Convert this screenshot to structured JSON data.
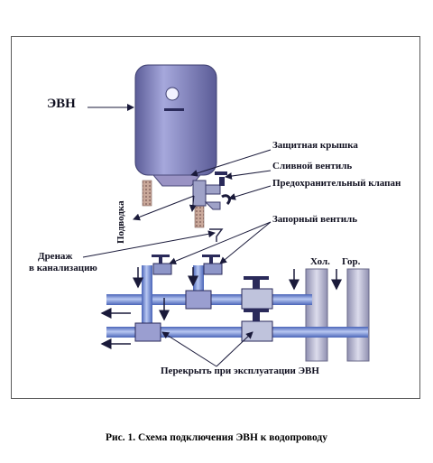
{
  "labels": {
    "evn": "ЭВН",
    "cover": "Защитная крышка",
    "drain_valve": "Сливной вентиль",
    "safety_valve": "Предохранительный клапан",
    "supply": "Подводка",
    "shutoff_valve": "Запорный вентиль",
    "drainage_line1": "Дренаж",
    "drainage_line2": "в канализацию",
    "cold": "Хол.",
    "hot": "Гор.",
    "block": "Перекрыть при эксплуатации ЭВН"
  },
  "caption": "Рис. 1.  Схема подключения ЭВН к водопроводу",
  "colors": {
    "pipe_blue": "#5a78c8",
    "pipe_light": "#a9bdf0",
    "tank": "#7e7fb8",
    "riser": "#8f92b6",
    "valve_dark": "#2a2a5a",
    "arrow": "#1a1a3a"
  }
}
